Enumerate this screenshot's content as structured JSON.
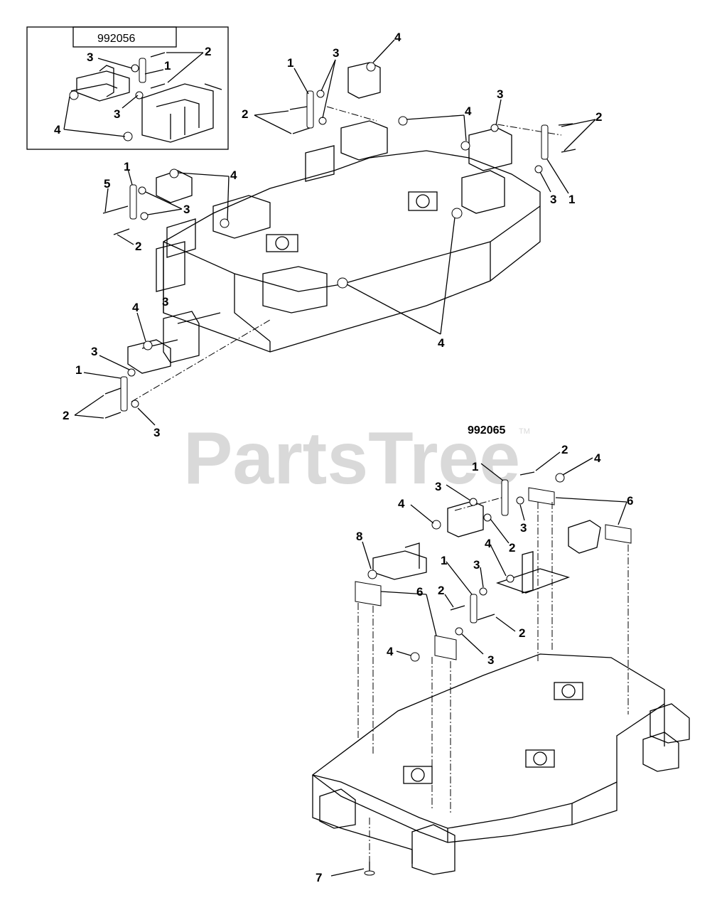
{
  "assembly_codes": {
    "inset": "992056",
    "lower": "992065"
  },
  "watermark": {
    "text": "PartsTree",
    "mark": "TM"
  },
  "callouts": {
    "inset": [
      "3",
      "2",
      "1",
      "3",
      "4"
    ],
    "upper": [
      "4",
      "1",
      "3",
      "2",
      "4",
      "3",
      "2",
      "1",
      "3",
      "1",
      "4",
      "5",
      "3",
      "2",
      "3",
      "4",
      "4",
      "3",
      "1",
      "2",
      "3"
    ],
    "lower": [
      "2",
      "4",
      "1",
      "3",
      "6",
      "4",
      "3",
      "2",
      "8",
      "4",
      "1",
      "3",
      "6",
      "2",
      "2",
      "4",
      "3",
      "7"
    ]
  }
}
